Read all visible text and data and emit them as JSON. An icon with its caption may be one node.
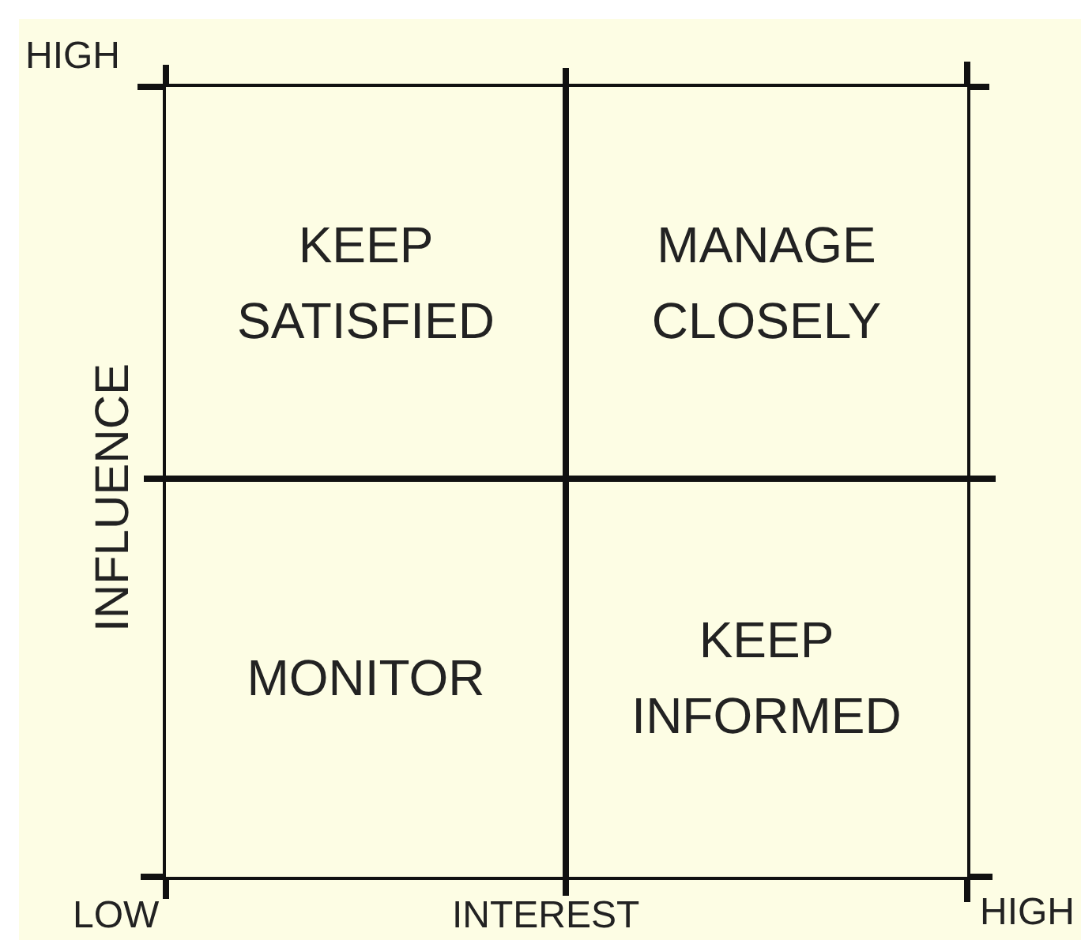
{
  "diagram": {
    "nodes": [
      {
        "text": [
          "KEEP SATISFIED"
        ]
      },
      {
        "text": [
          "MANAGE CLOSELY"
        ]
      },
      {
        "text": [
          "MONITOR"
        ]
      },
      {
        "text": [
          "KEEP INFORMED"
        ]
      }
    ],
    "edges": [],
    "labels": [
      "HIGH",
      "INFLUENCE",
      "LOW",
      "INTEREST",
      "HIGH"
    ]
  }
}
